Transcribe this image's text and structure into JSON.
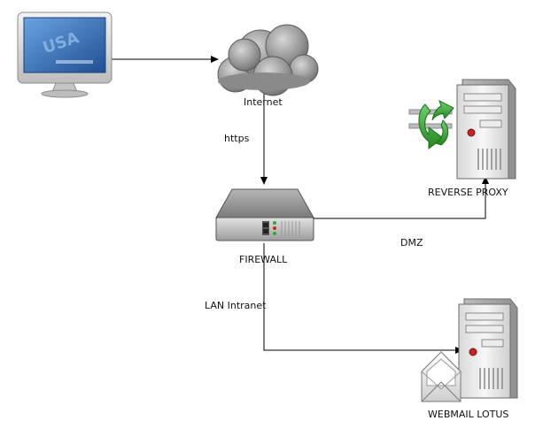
{
  "nodes": {
    "internet": {
      "label": "Internet"
    },
    "firewall": {
      "label": "FIREWALL"
    },
    "reverse_proxy": {
      "label": "REVERSE PROXY"
    },
    "webmail": {
      "label": "WEBMAIL LOTUS"
    }
  },
  "edges": {
    "https": {
      "label": "https"
    },
    "dmz": {
      "label": "DMZ"
    },
    "lan": {
      "label": "LAN Intranet"
    }
  },
  "monitor": {
    "screen_text": "USA"
  },
  "colors": {
    "line": "#000000",
    "cloud_gray": "#8a8a8a",
    "monitor_screen": "#2f6fb8",
    "recycle_green": "#3aa23a",
    "server_body": "#e6e6e6",
    "firewall_body": "#7d7d7d",
    "led_red": "#cc2222",
    "led_green": "#2fa82f"
  },
  "icons": {
    "computer": "desktop-monitor-icon",
    "internet": "cloud-icon",
    "firewall": "firewall-appliance-icon",
    "reverse_proxy": "server-tower-icon",
    "recycle": "recycle-icon",
    "webmail": "server-tower-icon",
    "mail": "envelope-icon"
  }
}
